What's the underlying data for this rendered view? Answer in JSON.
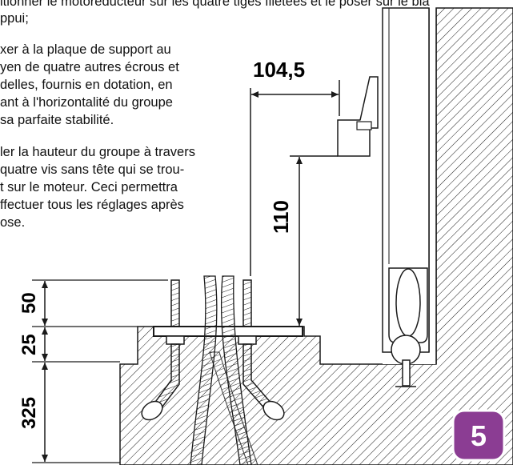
{
  "instructions": {
    "line_top": "itionner le motoréducteur sur les quatre tiges filetées et le poser sur le bla",
    "line_top2": "ppui;",
    "para1": [
      "xer à la plaque de support au",
      "yen de quatre autres écrous et",
      "delles, fournis en dotation, en",
      "ant à l'horizontalité du groupe",
      "sa parfaite stabilité."
    ],
    "para2": [
      "ler la hauteur du groupe à travers",
      "quatre vis sans tête qui se trou-",
      "t sur le moteur. Ceci permettra",
      "ffectuer tous les réglages après",
      "ose."
    ]
  },
  "dimensions": {
    "d1": "104,5",
    "d2": "110",
    "d3": "50",
    "d4": "25",
    "d5": "325"
  },
  "step_badge": "5",
  "colors": {
    "badge": "#8b3d93",
    "lines": "#1a1a1a"
  }
}
